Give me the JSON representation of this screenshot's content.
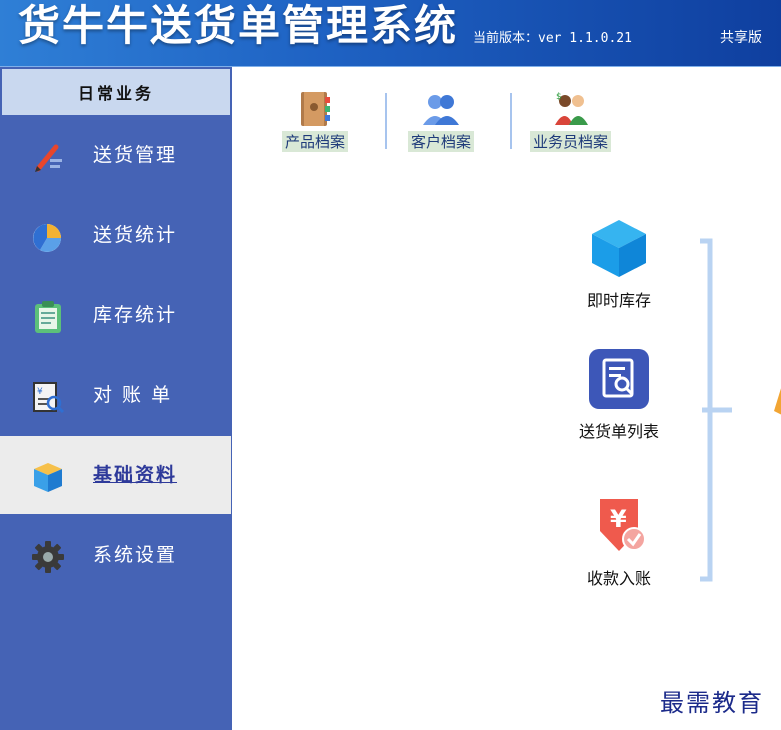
{
  "header": {
    "app_title": "货牛牛送货单管理系统",
    "version": "当前版本：ver 1.1.0.21",
    "edition": "共享版"
  },
  "sidebar": {
    "section_title": "日常业务",
    "items": [
      {
        "label": "送货管理",
        "icon": "pen-icon"
      },
      {
        "label": "送货统计",
        "icon": "pie-chart-icon"
      },
      {
        "label": "库存统计",
        "icon": "clipboard-icon"
      },
      {
        "label": "对 账 单",
        "icon": "statement-search-icon"
      },
      {
        "label": "基础资料",
        "icon": "box-icon",
        "active": true
      },
      {
        "label": "系统设置",
        "icon": "gear-icon"
      }
    ]
  },
  "toolbar": {
    "items": [
      {
        "label": "产品档案",
        "icon": "address-book-icon"
      },
      {
        "label": "客户档案",
        "icon": "users-icon"
      },
      {
        "label": "业务员档案",
        "icon": "salesperson-icon"
      }
    ]
  },
  "flow": {
    "items": [
      {
        "label": "即时库存",
        "icon": "cube-icon"
      },
      {
        "label": "送货单列表",
        "icon": "document-search-icon"
      },
      {
        "label": "收款入账",
        "icon": "yen-receipt-icon"
      }
    ]
  },
  "watermark": "最需教育",
  "colors": {
    "header_blue": "#1f63c4",
    "sidebar_blue": "#4563b5",
    "active_bg": "#ececec",
    "toolbar_label_bg": "#d9e8d6"
  }
}
